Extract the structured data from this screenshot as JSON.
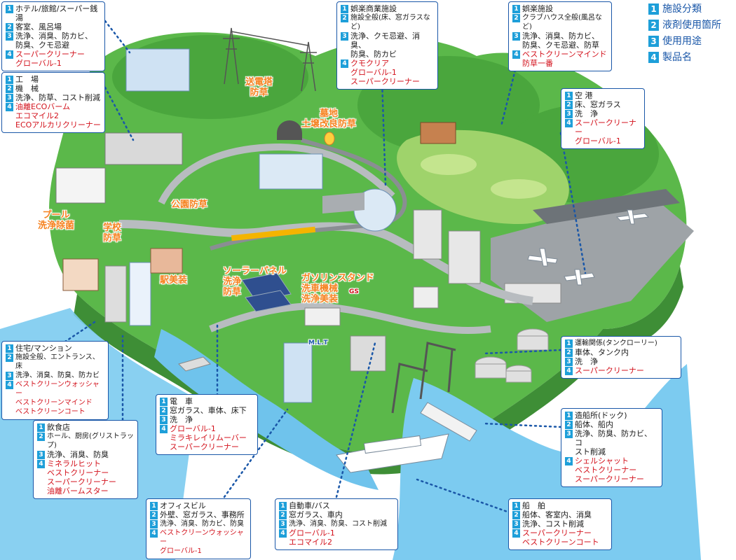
{
  "colors": {
    "accent_blue": "#1a57a8",
    "badge": "#1e9fd9",
    "product_red": "#d3121c",
    "label_orange": "#f58220"
  },
  "legend": [
    {
      "num": "1",
      "text": "施設分類"
    },
    {
      "num": "2",
      "text": "液剤使用箇所"
    },
    {
      "num": "3",
      "text": "使用用途"
    },
    {
      "num": "4",
      "text": "製品名"
    }
  ],
  "cards": {
    "hotel": {
      "l1": "ホテル/旅館/スーパー銭湯",
      "l2": "客室、風呂場",
      "l3": "洗浄、消臭、防カビ、\n防臭、クモ忌避",
      "l4": "スーパークリーナー\nグローバル-1"
    },
    "factory": {
      "l1": "工　場",
      "l2": "機　械",
      "l3": "洗浄、防草、コスト削減",
      "l4": "油離ECOバーム\nエコマイル2\nECOアルカリクリーナー"
    },
    "commercial": {
      "l1": "娯楽商業施設",
      "l2": "施設全般(床、窓ガラスなど)",
      "l3": "洗浄、クモ忌避、消臭、\n防臭、防カビ",
      "l4": "クモクリア\nグローバル-1\nスーパークリーナー"
    },
    "golf": {
      "l1": "娯楽施設",
      "l2": "クラブハウス全般(風呂など)",
      "l3": "洗浄、消臭、防カビ、\n防臭、クモ忌避、防草",
      "l4": "ベストクリーンマインド\n防草一番"
    },
    "airport": {
      "l1": "空 港",
      "l2": "床、窓ガラス",
      "l3": "洗　浄",
      "l4": "スーパークリーナー\nグローバル-1"
    },
    "housing": {
      "l1": "住宅/マンション",
      "l2": "施設全般、エントランス、床",
      "l3": "洗浄、消臭、防臭、防カビ",
      "l4": "ベストクリーンウォッシャー\nベストクリーンマインド\nベストクリーンコート"
    },
    "restaurant": {
      "l1": "飲食店",
      "l2": "ホール、厨房(グリストラップ)",
      "l3": "洗浄、消臭、防臭",
      "l4": "ミネラルヒット\nベストクリーナー\nスーパークリーナー\n油離バームスター"
    },
    "train": {
      "l1": "電　車",
      "l2": "窓ガラス、車体、床下",
      "l3": "洗　浄",
      "l4": "グローバル-1\nミラキレイリムーバー\nスーパークリーナー"
    },
    "office": {
      "l1": "オフィスビル",
      "l2": "外壁、窓ガラス、事務所",
      "l3": "洗浄、消臭、防カビ、防臭",
      "l4": "ベストクリーンウォッシャー\nグローバル-1"
    },
    "car": {
      "l1": "自動車/バス",
      "l2": "窓ガラス、車内",
      "l3": "洗浄、消臭、防臭、コスト削減",
      "l4": "グローバル-1\nエコマイル2"
    },
    "transport": {
      "l1": "運輸関係(タンクローリー)",
      "l2": "車体、タンク内",
      "l3": "洗　浄",
      "l4": "スーパークリーナー"
    },
    "shipyard": {
      "l1": "造船所(ドック)",
      "l2": "船体、船内",
      "l3": "洗浄、防臭、防カビ、コ\nスト削減",
      "l4": "シェルシャット\nベストクリーナー\nスーパークリーナー"
    },
    "ship": {
      "l1": "船　舶",
      "l2": "船体、客室内、消臭",
      "l3": "洗浄、コスト削減",
      "l4": "スーパークリーナー\nベストクリーンコート"
    }
  },
  "map_labels": {
    "pylon": "送電塔\n防草",
    "cemetery": "墓地\n土壌改良防草",
    "park": "公園防草",
    "pool": "プール\n洗浄除菌",
    "school": "学校\n防草",
    "station": "駅美装",
    "solar": "ソーラーパネル\n洗浄\n防草",
    "gas": "ガソリンスタンド\n洗車機械\n洗浄美装",
    "gs_sign": "GS",
    "mlt": "M.L.T"
  }
}
